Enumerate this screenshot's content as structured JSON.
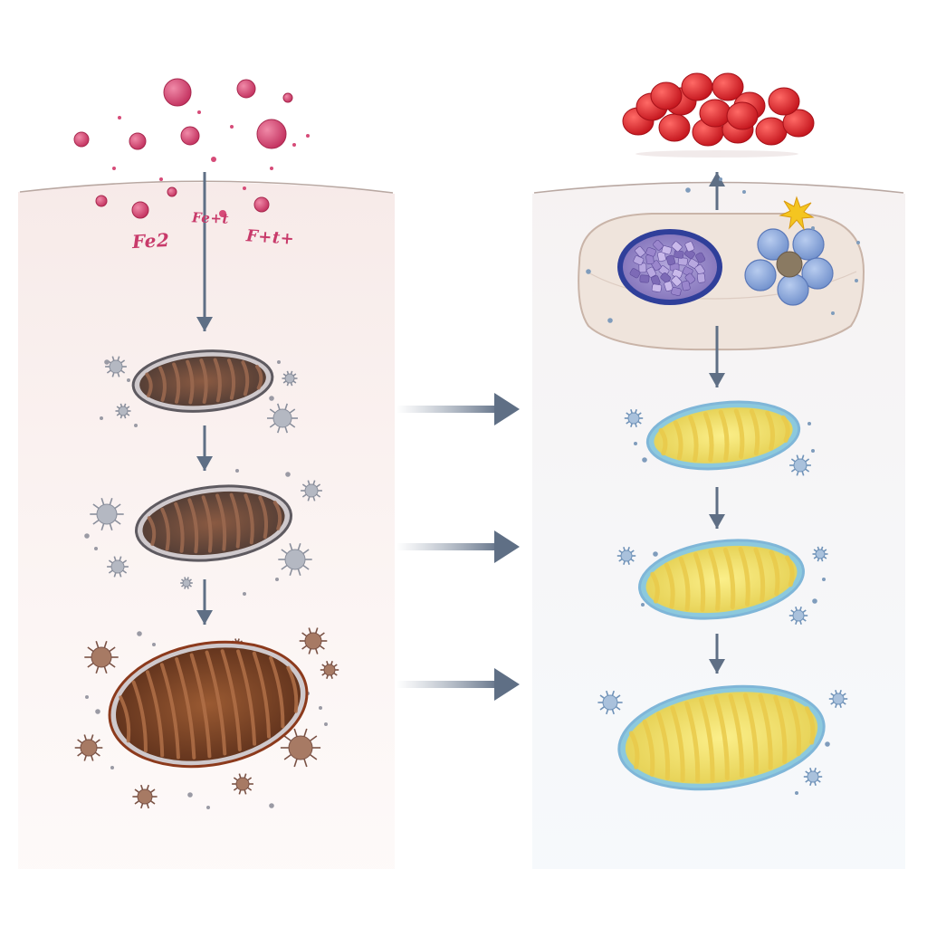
{
  "labels": {
    "iron_1": "Fe2",
    "iron_2": "Fe+t",
    "iron_3": "F+t+"
  },
  "colors": {
    "iron_particle": "#d64b78",
    "red_cluster": "#e0262c",
    "damaged_mito_fill": "#6e4636",
    "damaged_mito_rim": "#5e5a60",
    "damaged_mito_rim_late": "#8c3a1c",
    "healthy_mito_fill": "#f3df6a",
    "healthy_mito_rim": "#7fb6d8",
    "arrow": "#5f6f85",
    "nucleus": "#4a5aa8",
    "flower_petal": "#8aa9dc",
    "spark": "#f2c21b",
    "virus_grey": "#8a8f9c",
    "virus_brown": "#7a5245",
    "virus_blue": "#6f92b8"
  }
}
